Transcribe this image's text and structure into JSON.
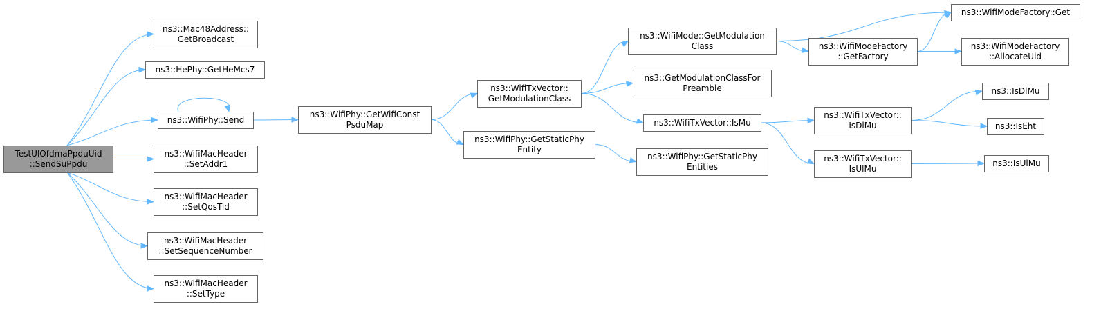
{
  "nodes": [
    {
      "id": "root",
      "root": true,
      "lines": [
        "TestUlOfdmaPpduUid",
        "::SendSuPpdu"
      ]
    },
    {
      "id": "mac48",
      "lines": [
        "ns3::Mac48Address::",
        "GetBroadcast"
      ]
    },
    {
      "id": "hemcs7",
      "lines": [
        "ns3::HePhy::GetHeMcs7"
      ]
    },
    {
      "id": "send",
      "lines": [
        "ns3::WifiPhy::Send"
      ]
    },
    {
      "id": "setaddr1",
      "lines": [
        "ns3::WifiMacHeader",
        "::SetAddr1"
      ]
    },
    {
      "id": "setqostid",
      "lines": [
        "ns3::WifiMacHeader",
        "::SetQosTid"
      ]
    },
    {
      "id": "setseq",
      "lines": [
        "ns3::WifiMacHeader",
        "::SetSequenceNumber"
      ]
    },
    {
      "id": "settype",
      "lines": [
        "ns3::WifiMacHeader",
        "::SetType"
      ]
    },
    {
      "id": "psdumap",
      "lines": [
        "ns3::WifiPhy::GetWifiConst",
        "PsduMap"
      ]
    },
    {
      "id": "getmodclass",
      "lines": [
        "ns3::WifiTxVector::",
        "GetModulationClass"
      ]
    },
    {
      "id": "staticphy",
      "lines": [
        "ns3::WifiPhy::GetStaticPhy",
        "Entity"
      ]
    },
    {
      "id": "modeclass",
      "lines": [
        "ns3::WifiMode::GetModulation",
        "Class"
      ]
    },
    {
      "id": "modpreamble",
      "lines": [
        "ns3::GetModulationClassFor",
        "Preamble"
      ]
    },
    {
      "id": "ismu",
      "lines": [
        "ns3::WifiTxVector::IsMu"
      ]
    },
    {
      "id": "staticphies",
      "lines": [
        "ns3::WifiPhy::GetStaticPhy",
        "Entities"
      ]
    },
    {
      "id": "factoryget",
      "lines": [
        "ns3::WifiModeFactory::Get"
      ]
    },
    {
      "id": "getfactory",
      "lines": [
        "ns3::WifiModeFactory",
        "::GetFactory"
      ]
    },
    {
      "id": "allocuid",
      "lines": [
        "ns3::WifiModeFactory",
        "::AllocateUid"
      ]
    },
    {
      "id": "isdlmu_tx",
      "lines": [
        "ns3::WifiTxVector::",
        "IsDlMu"
      ]
    },
    {
      "id": "isulmu_tx",
      "lines": [
        "ns3::WifiTxVector::",
        "IsUlMu"
      ]
    },
    {
      "id": "isdlmu",
      "lines": [
        "ns3::IsDlMu"
      ]
    },
    {
      "id": "iseht",
      "lines": [
        "ns3::IsEht"
      ]
    },
    {
      "id": "isulmu",
      "lines": [
        "ns3::IsUlMu"
      ]
    }
  ],
  "edges": [
    {
      "from": "root",
      "to": "mac48"
    },
    {
      "from": "root",
      "to": "hemcs7"
    },
    {
      "from": "root",
      "to": "send"
    },
    {
      "from": "root",
      "to": "setaddr1"
    },
    {
      "from": "root",
      "to": "setqostid"
    },
    {
      "from": "root",
      "to": "setseq"
    },
    {
      "from": "root",
      "to": "settype"
    },
    {
      "from": "send",
      "to": "send"
    },
    {
      "from": "send",
      "to": "psdumap"
    },
    {
      "from": "psdumap",
      "to": "getmodclass"
    },
    {
      "from": "psdumap",
      "to": "staticphy"
    },
    {
      "from": "getmodclass",
      "to": "modeclass"
    },
    {
      "from": "getmodclass",
      "to": "modpreamble"
    },
    {
      "from": "getmodclass",
      "to": "ismu"
    },
    {
      "from": "staticphy",
      "to": "staticphies"
    },
    {
      "from": "modeclass",
      "to": "factoryget"
    },
    {
      "from": "modeclass",
      "to": "getfactory"
    },
    {
      "from": "getfactory",
      "to": "factoryget"
    },
    {
      "from": "getfactory",
      "to": "allocuid"
    },
    {
      "from": "ismu",
      "to": "isdlmu_tx"
    },
    {
      "from": "ismu",
      "to": "isulmu_tx"
    },
    {
      "from": "isdlmu_tx",
      "to": "isdlmu"
    },
    {
      "from": "isdlmu_tx",
      "to": "iseht"
    },
    {
      "from": "isulmu_tx",
      "to": "isulmu"
    }
  ],
  "colors": {
    "edge": "#63b8ff",
    "node_border": "#666666",
    "root_fill": "#999999",
    "node_fill": "#ffffff"
  }
}
